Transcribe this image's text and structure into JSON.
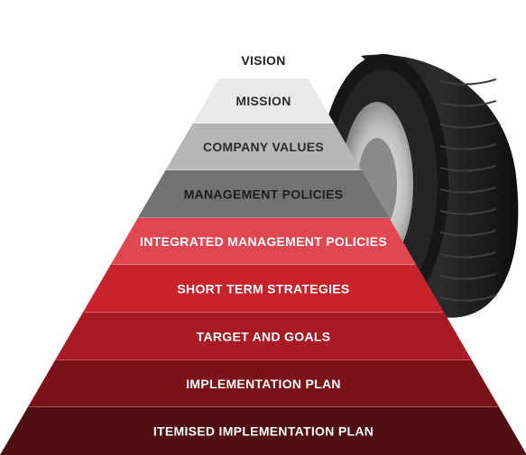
{
  "pyramid": {
    "levels": [
      {
        "label": "VISION",
        "fill": "#ffffff",
        "text_color": "#222222"
      },
      {
        "label": "MISSION",
        "fill": "#e9e9e9",
        "text_color": "#2b2b2b"
      },
      {
        "label": "COMPANY VALUES",
        "fill": "#b6b6b6",
        "text_color": "#2b2b2b"
      },
      {
        "label": "MANAGEMENT POLICIES",
        "fill": "#727272",
        "text_color": "#1e1e1e"
      },
      {
        "label": "INTEGRATED MANAGEMENT POLICIES",
        "fill": "#df4851",
        "text_color": "#ffffff"
      },
      {
        "label": "SHORT TERM STRATEGIES",
        "fill": "#c8232d",
        "text_color": "#ffffff"
      },
      {
        "label": "TARGET AND GOALS",
        "fill": "#a81b24",
        "text_color": "#ffffff"
      },
      {
        "label": "IMPLEMENTATION PLAN",
        "fill": "#7b1218",
        "text_color": "#ffffff"
      },
      {
        "label": "ITEMISED IMPLEMENTATION PLAN",
        "fill": "#4f0e10",
        "text_color": "#ffffff"
      }
    ]
  },
  "tire": {
    "icon": "tire-illustration"
  }
}
